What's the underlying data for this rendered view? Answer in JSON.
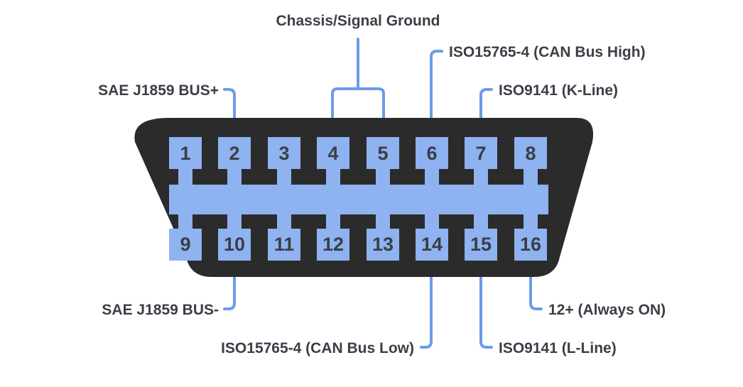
{
  "connector": {
    "body_color": "#2b2b2b",
    "pin_color": "#8fb2f0",
    "leader_color": "#6b9bea",
    "text_color": "#3a3f47"
  },
  "pins": {
    "top_row": [
      "1",
      "2",
      "3",
      "4",
      "5",
      "6",
      "7",
      "8"
    ],
    "bottom_row": [
      "9",
      "10",
      "11",
      "12",
      "13",
      "14",
      "15",
      "16"
    ]
  },
  "labels": {
    "chassis_signal_ground": "Chassis/Signal Ground",
    "can_high": "ISO15765-4 (CAN Bus High)",
    "j1850_bus_plus": "SAE J1859 BUS+",
    "k_line": "ISO9141 (K-Line)",
    "j1850_bus_minus": "SAE J1859 BUS-",
    "always_on": "12+ (Always ON)",
    "can_low": "ISO15765-4 (CAN Bus Low)",
    "l_line": "ISO9141 (L-Line)"
  }
}
